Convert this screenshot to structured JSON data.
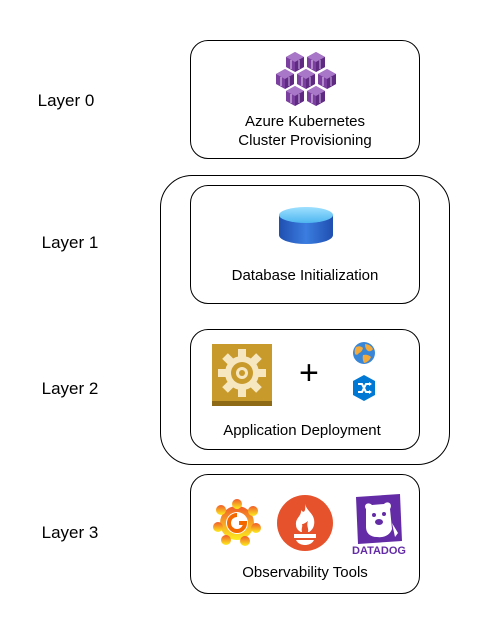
{
  "layers": [
    {
      "label": "Layer 0",
      "caption_lines": [
        "Azure Kubernetes",
        "Cluster Provisioning"
      ]
    },
    {
      "label": "Layer 1",
      "caption_lines": [
        "Database Initialization"
      ]
    },
    {
      "label": "Layer 2",
      "caption_lines": [
        "Application Deployment"
      ],
      "plus": "+"
    },
    {
      "label": "Layer 3",
      "caption_lines": [
        "Observability Tools"
      ],
      "logo_text": "DATADOG"
    }
  ],
  "icons": {
    "layer0": [
      "kubernetes-cluster-icon"
    ],
    "layer1": [
      "database-icon"
    ],
    "layer2": [
      "app-service-gear-icon",
      "globe-icon",
      "shuffle-network-icon"
    ],
    "layer3": [
      "grafana-icon",
      "prometheus-icon",
      "datadog-icon"
    ]
  },
  "colors": {
    "azure_purple": "#7b3fa0",
    "db_blue": "#2f6fd6",
    "app_gold": "#c89a2c",
    "azure_blue": "#0078d4",
    "grafana_orange": "#f46800",
    "prometheus_orange": "#e6522c",
    "datadog_purple": "#632ca6"
  }
}
